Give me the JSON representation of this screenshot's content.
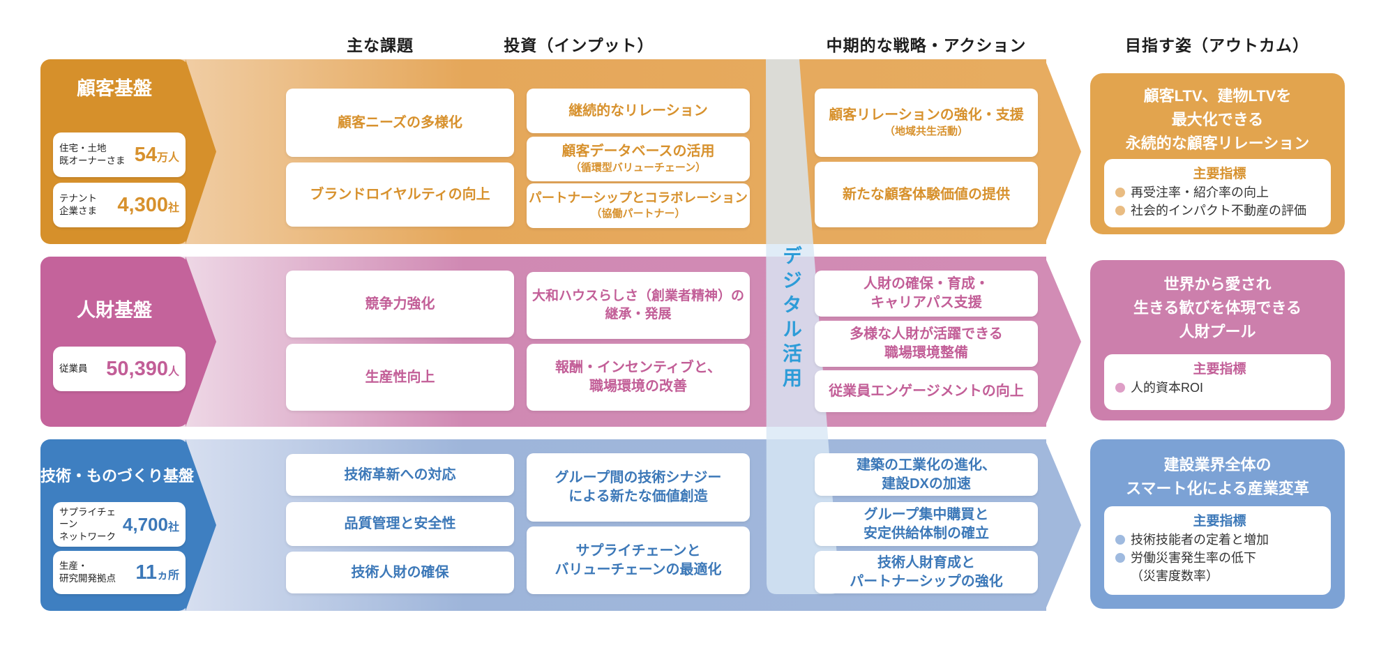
{
  "headers": {
    "issues": "主な課題",
    "investment": "投資（インプット）",
    "strategy": "中期的な戦略・アクション",
    "outcome": "目指す姿（アウトカム）"
  },
  "digital_band_label": "デジタル活用",
  "palette": {
    "orange_block": "#D6902B",
    "orange_row": "#E5A75A",
    "orange_text": "#D7912D",
    "orange_outcome": "#E2A44E",
    "pink_block": "#C4639B",
    "pink_row": "#D089B3",
    "pink_text": "#C25E97",
    "pink_outcome": "#CC7FAC",
    "blue_block": "#3E7FC1",
    "blue_row": "#9EB5DA",
    "blue_text": "#3C78B8",
    "blue_outcome": "#7CA2D5",
    "digital_label_text": "#2D9CD8"
  },
  "rows": [
    {
      "title": "顧客基盤",
      "stats": [
        {
          "label_lines": [
            "住宅・土地",
            "既オーナーさま"
          ],
          "value": "54",
          "unit": "万人"
        },
        {
          "label_lines": [
            "テナント",
            "企業さま"
          ],
          "value": "4,300",
          "unit": "社"
        }
      ],
      "issues": [
        "顧客ニーズの多様化",
        "ブランドロイヤルティの向上"
      ],
      "investments": [
        {
          "main": "継続的なリレーション"
        },
        {
          "main": "顧客データベースの活用",
          "sub": "（循環型バリューチェーン）"
        },
        {
          "main": "パートナーシップとコラボレーション",
          "sub": "（協働パートナー）"
        }
      ],
      "strategies": [
        {
          "main": "顧客リレーションの強化・支援",
          "sub": "（地域共生活動）"
        },
        {
          "main": "新たな顧客体験価値の提供"
        }
      ],
      "outcome": {
        "title_lines": [
          "顧客LTV、建物LTVを",
          "最大化できる",
          "永続的な顧客リレーション"
        ],
        "kpi_heading": "主要指標",
        "kpis": [
          {
            "line1": "再受注率・紹介率の向上"
          },
          {
            "line1": "社会的インパクト不動産の評価"
          }
        ]
      }
    },
    {
      "title": "人財基盤",
      "stats": [
        {
          "label_lines": [
            "従業員"
          ],
          "value": "50,390",
          "unit": "人"
        }
      ],
      "issues": [
        "競争力強化",
        "生産性向上"
      ],
      "investments": [
        {
          "main": "大和ハウスらしさ（創業者精神）の",
          "main2": "継承・発展"
        },
        {
          "main": "報酬・インセンティブと、",
          "main2": "職場環境の改善"
        }
      ],
      "strategies": [
        {
          "main": "人財の確保・育成・",
          "main2": "キャリアパス支援"
        },
        {
          "main": "多様な人財が活躍できる",
          "main2": "職場環境整備"
        },
        {
          "main": "従業員エンゲージメントの向上"
        }
      ],
      "outcome": {
        "title_lines": [
          "世界から愛され",
          "生きる歓びを体現できる",
          "人財プール"
        ],
        "kpi_heading": "主要指標",
        "kpis": [
          {
            "line1": "人的資本ROI"
          }
        ]
      }
    },
    {
      "title": "技術・ものづくり基盤",
      "stats": [
        {
          "label_lines": [
            "サプライチェーン",
            "ネットワーク"
          ],
          "value": "4,700",
          "unit": "社"
        },
        {
          "label_lines": [
            "生産・",
            "研究開発拠点"
          ],
          "value": "11",
          "unit": "ヵ所"
        }
      ],
      "issues": [
        "技術革新への対応",
        "品質管理と安全性",
        "技術人財の確保"
      ],
      "investments": [
        {
          "main": "グループ間の技術シナジー",
          "main2": "による新たな価値創造"
        },
        {
          "main": "サプライチェーンと",
          "main2": "バリューチェーンの最適化"
        }
      ],
      "strategies": [
        {
          "main": "建築の工業化の進化、",
          "main2": "建設DXの加速"
        },
        {
          "main": "グループ集中購買と",
          "main2": "安定供給体制の確立"
        },
        {
          "main": "技術人財育成と",
          "main2": "パートナーシップの強化"
        }
      ],
      "outcome": {
        "title_lines": [
          "建設業界全体の",
          "スマート化による産業変革"
        ],
        "kpi_heading": "主要指標",
        "kpis": [
          {
            "line1": "技術技能者の定着と増加"
          },
          {
            "line1": "労働災害発生率の低下",
            "line2": "（災害度数率）"
          }
        ]
      }
    }
  ]
}
